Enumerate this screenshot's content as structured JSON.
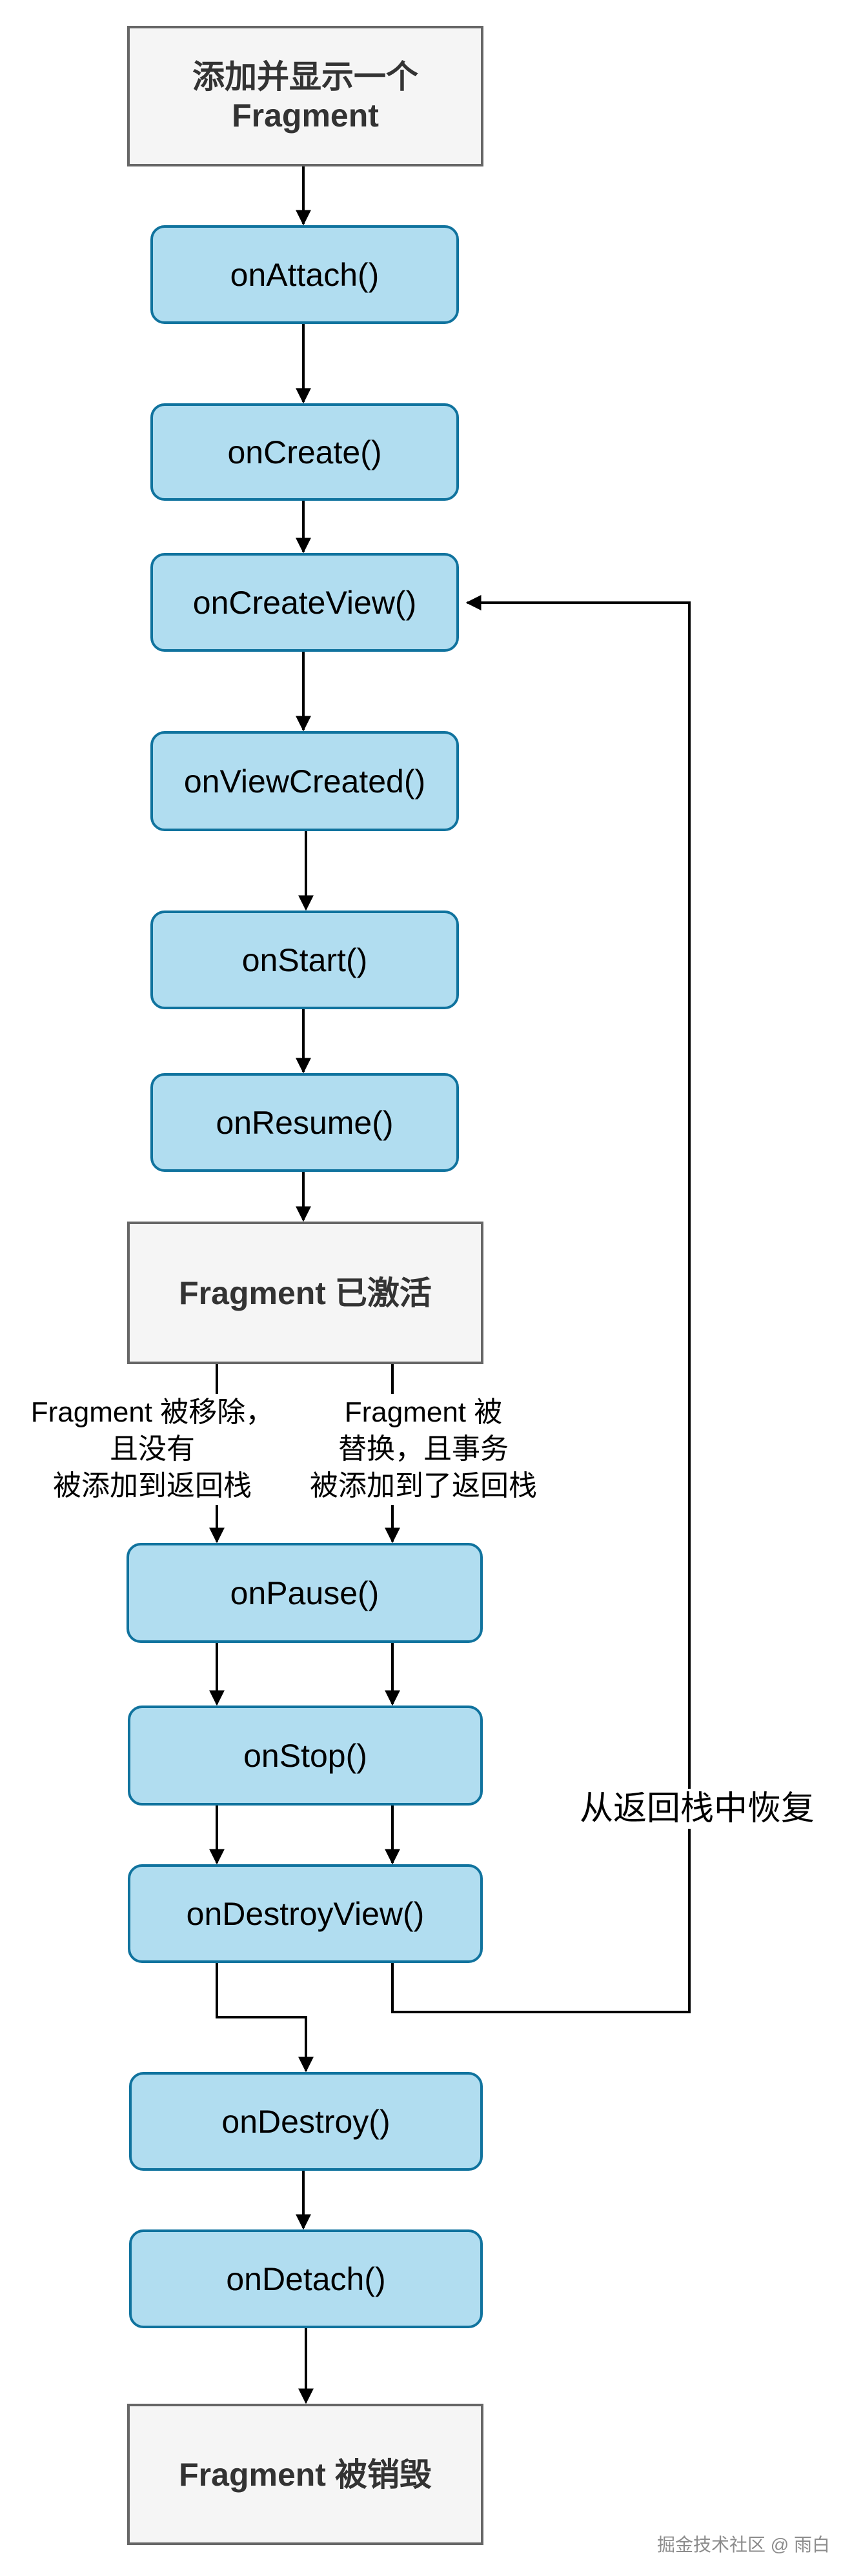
{
  "nodes": {
    "start": "添加并显示一个\nFragment",
    "on_attach": "onAttach()",
    "on_create": "onCreate()",
    "on_create_view": "onCreateView()",
    "on_view_created": "onViewCreated()",
    "on_start": "onStart()",
    "on_resume": "onResume()",
    "active": "Fragment 已激活",
    "on_pause": "onPause()",
    "on_stop": "onStop()",
    "on_destroy_view": "onDestroyView()",
    "on_destroy": "onDestroy()",
    "on_detach": "onDetach()",
    "end": "Fragment 被销毁"
  },
  "edge_labels": {
    "removed_no_backstack": "Fragment 被移除，\n且没有\n被添加到返回栈",
    "replaced_backstack": "Fragment 被\n替换，且事务\n被添加到了返回栈",
    "restore_from_backstack": "从返回栈中恢复"
  },
  "watermark": "掘金技术社区 @ 雨白",
  "colors": {
    "state_fill": "#f5f5f5",
    "state_stroke": "#666666",
    "method_fill": "#b1ddf0",
    "method_stroke": "#10739e",
    "arrow": "#000000"
  }
}
